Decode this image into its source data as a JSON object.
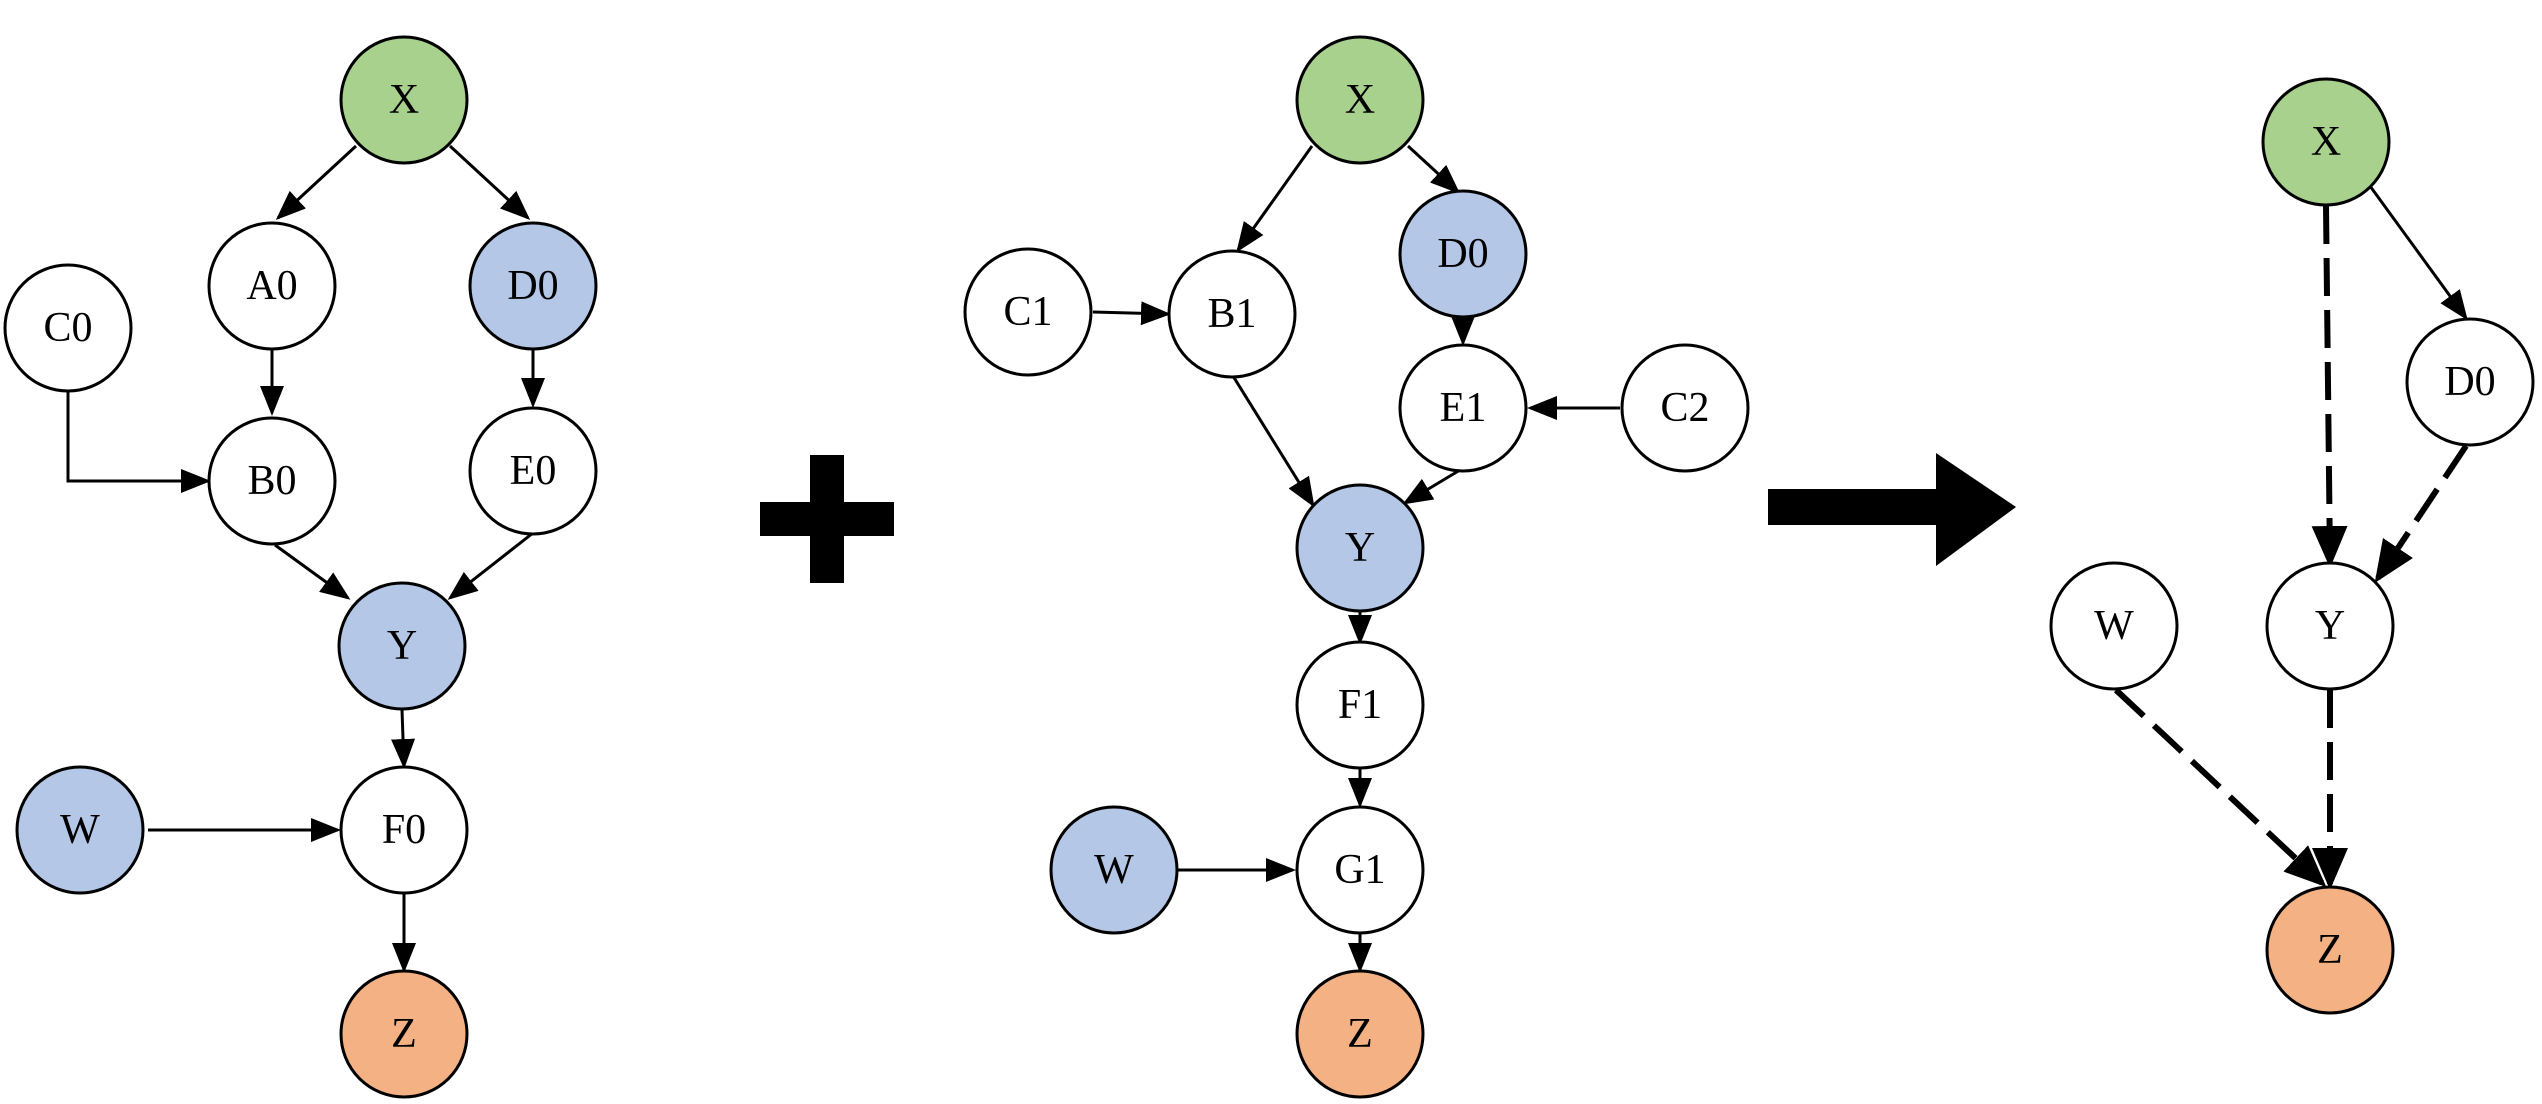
{
  "colors": {
    "green": "#a9d18e",
    "blue": "#b4c7e7",
    "orange": "#f4b183",
    "white": "#ffffff",
    "stroke": "#000000"
  },
  "graph_1": {
    "nodes": [
      {
        "label": "X",
        "fill": "green"
      },
      {
        "label": "A0",
        "fill": "white"
      },
      {
        "label": "D0",
        "fill": "blue"
      },
      {
        "label": "C0",
        "fill": "white"
      },
      {
        "label": "B0",
        "fill": "white"
      },
      {
        "label": "E0",
        "fill": "white"
      },
      {
        "label": "Y",
        "fill": "blue"
      },
      {
        "label": "W",
        "fill": "blue"
      },
      {
        "label": "F0",
        "fill": "white"
      },
      {
        "label": "Z",
        "fill": "orange"
      }
    ]
  },
  "graph_2": {
    "nodes": [
      {
        "label": "X",
        "fill": "green"
      },
      {
        "label": "D0",
        "fill": "blue"
      },
      {
        "label": "C1",
        "fill": "white"
      },
      {
        "label": "B1",
        "fill": "white"
      },
      {
        "label": "E1",
        "fill": "white"
      },
      {
        "label": "C2",
        "fill": "white"
      },
      {
        "label": "Y",
        "fill": "blue"
      },
      {
        "label": "F1",
        "fill": "white"
      },
      {
        "label": "W",
        "fill": "blue"
      },
      {
        "label": "G1",
        "fill": "white"
      },
      {
        "label": "Z",
        "fill": "orange"
      }
    ]
  },
  "graph_3": {
    "nodes": [
      {
        "label": "X",
        "fill": "green"
      },
      {
        "label": "D0",
        "fill": "white"
      },
      {
        "label": "W",
        "fill": "white"
      },
      {
        "label": "Y",
        "fill": "white"
      },
      {
        "label": "Z",
        "fill": "orange"
      }
    ]
  }
}
